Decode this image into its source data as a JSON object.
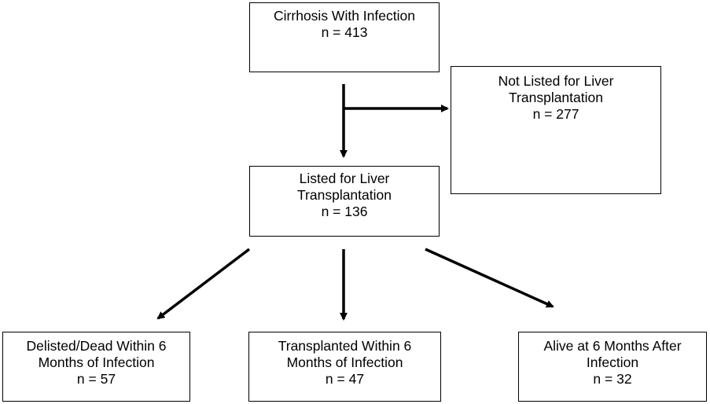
{
  "boxes": {
    "cirrhosis": {
      "lines": [
        "Cirrhosis With Infection",
        "n = 413"
      ]
    },
    "not_listed": {
      "lines": [
        "Not Listed for Liver",
        "Transplantation",
        "n = 277"
      ]
    },
    "listed": {
      "lines": [
        "Listed for Liver",
        "Transplantation",
        "n = 136"
      ]
    },
    "delisted": {
      "lines": [
        "Delisted/Dead Within 6",
        "Months of Infection",
        "n = 57"
      ]
    },
    "transplanted": {
      "lines": [
        "Transplanted Within 6",
        "Months of Infection",
        "n = 47"
      ]
    },
    "alive": {
      "lines": [
        "Alive at 6 Months After",
        "Infection",
        "n = 32"
      ]
    }
  },
  "colors": {
    "stroke": "#000000",
    "background": "#ffffff"
  }
}
